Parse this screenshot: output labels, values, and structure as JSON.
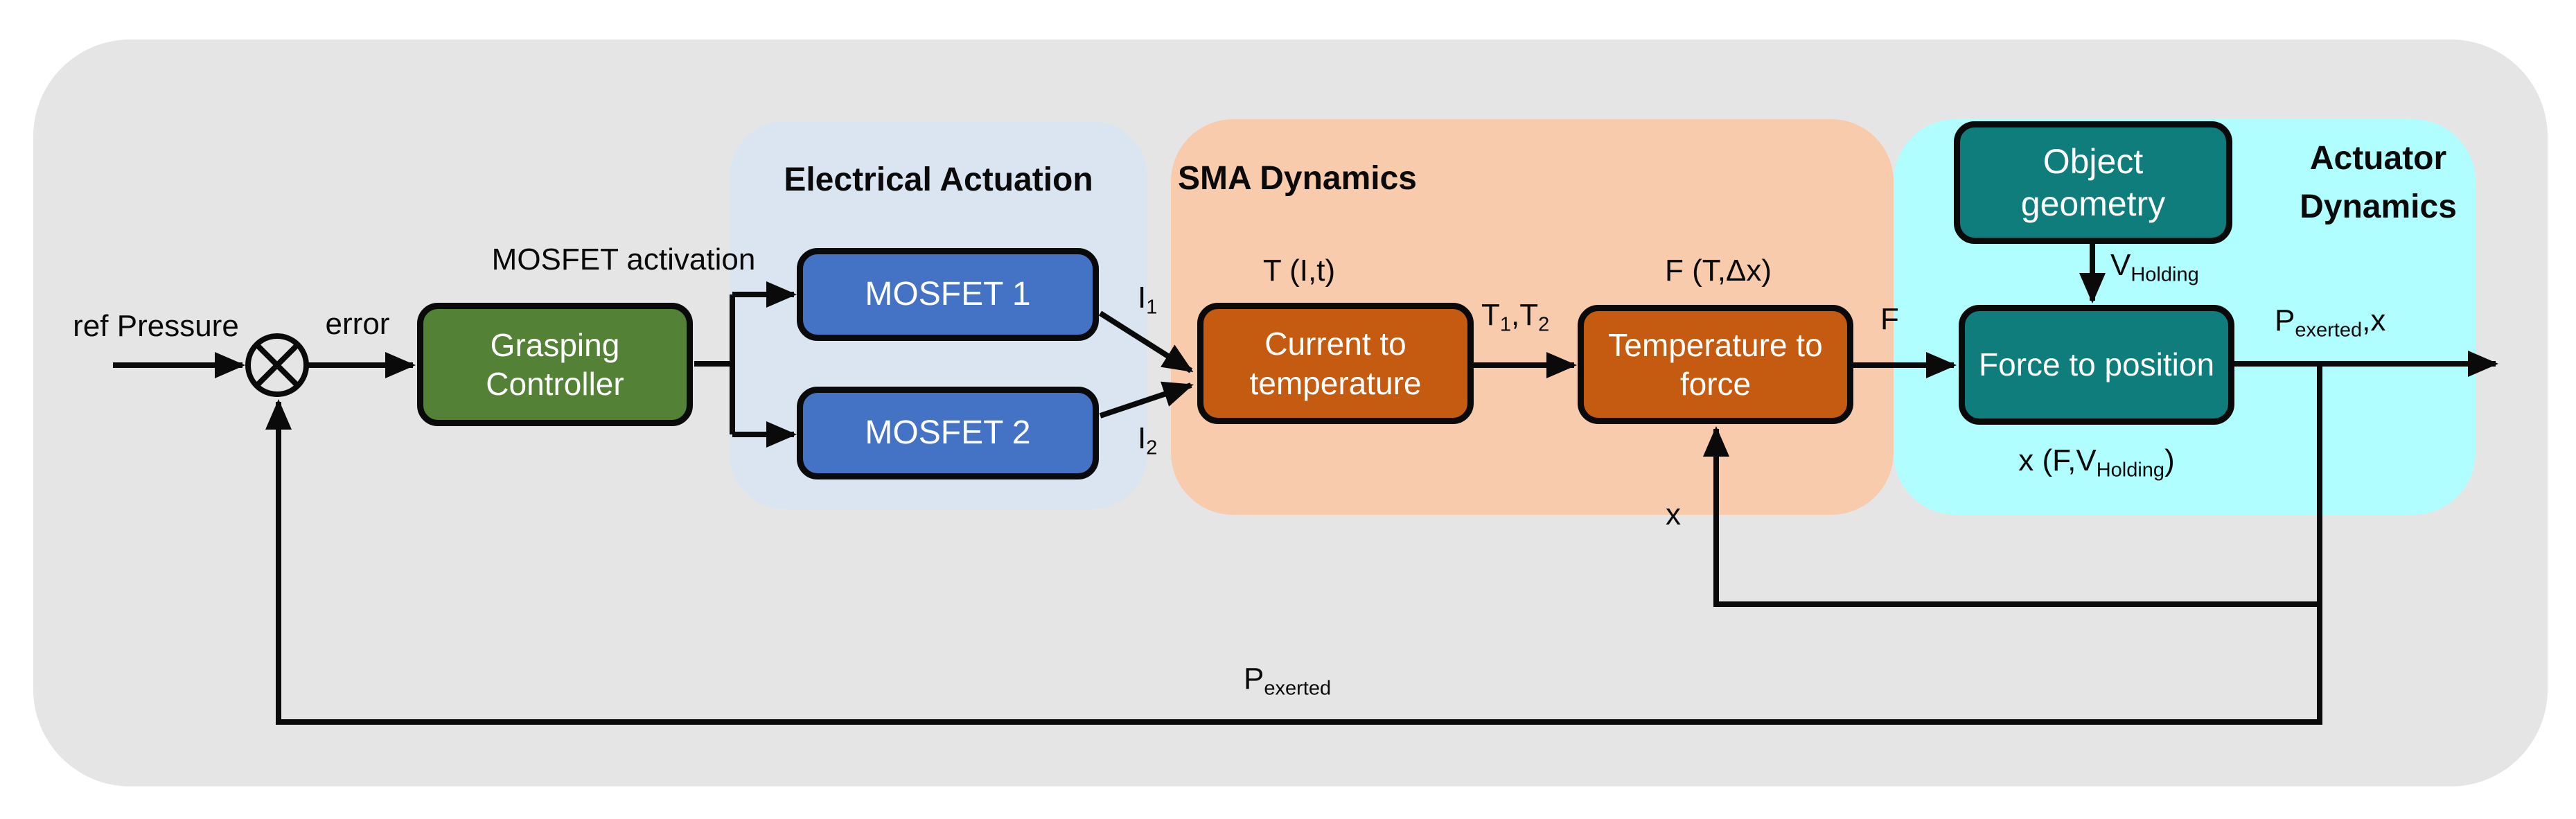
{
  "diagram": {
    "background_color": "#e5e5e5",
    "line_color": "#0a0a0a",
    "regions": [
      {
        "title": "Electrical Actuation",
        "color": "#dbe5f2"
      },
      {
        "title": "SMA Dynamics",
        "color": "#f7cbac"
      },
      {
        "title": "Actuator Dynamics",
        "color": "#b0feff"
      }
    ],
    "blocks": [
      {
        "label": "Grasping Controller",
        "color": "#538135"
      },
      {
        "label": "MOSFET 1",
        "color": "#4472c4"
      },
      {
        "label": "MOSFET 2",
        "color": "#4472c4"
      },
      {
        "label": "Current to temperature",
        "color": "#c55a11"
      },
      {
        "label": "Temperature to force",
        "color": "#c55a11"
      },
      {
        "label": "Object geometry",
        "color": "#0e7d7c"
      },
      {
        "label": "Force to position",
        "color": "#0e7d7c"
      }
    ],
    "labels": {
      "ref_pressure": "ref Pressure",
      "error": "error",
      "mosfet_activation": "MOSFET activation",
      "i1": [
        {
          "t": "I"
        },
        {
          "t": "1",
          "sub": true
        }
      ],
      "i2": [
        {
          "t": "I"
        },
        {
          "t": "2",
          "sub": true
        }
      ],
      "t_of_i_t": "T (I,t)",
      "t1_t2": [
        {
          "t": "T"
        },
        {
          "t": "1",
          "sub": true
        },
        {
          "t": ","
        },
        {
          "t": "T"
        },
        {
          "t": "2",
          "sub": true
        }
      ],
      "f_of_t_dx": "F (T,Δx)",
      "f": "F",
      "v_holding": [
        {
          "t": "V"
        },
        {
          "t": "Holding",
          "sub": true
        }
      ],
      "p_exerted_x": [
        {
          "t": "P"
        },
        {
          "t": "exerted",
          "sub": true
        },
        {
          "t": ",x"
        }
      ],
      "x_of_f_vholding": [
        {
          "t": "x (F,V"
        },
        {
          "t": "Holding",
          "sub": true
        },
        {
          "t": ")"
        }
      ],
      "x_feedback": "x",
      "p_exerted": [
        {
          "t": "P"
        },
        {
          "t": "exerted",
          "sub": true
        }
      ]
    }
  }
}
